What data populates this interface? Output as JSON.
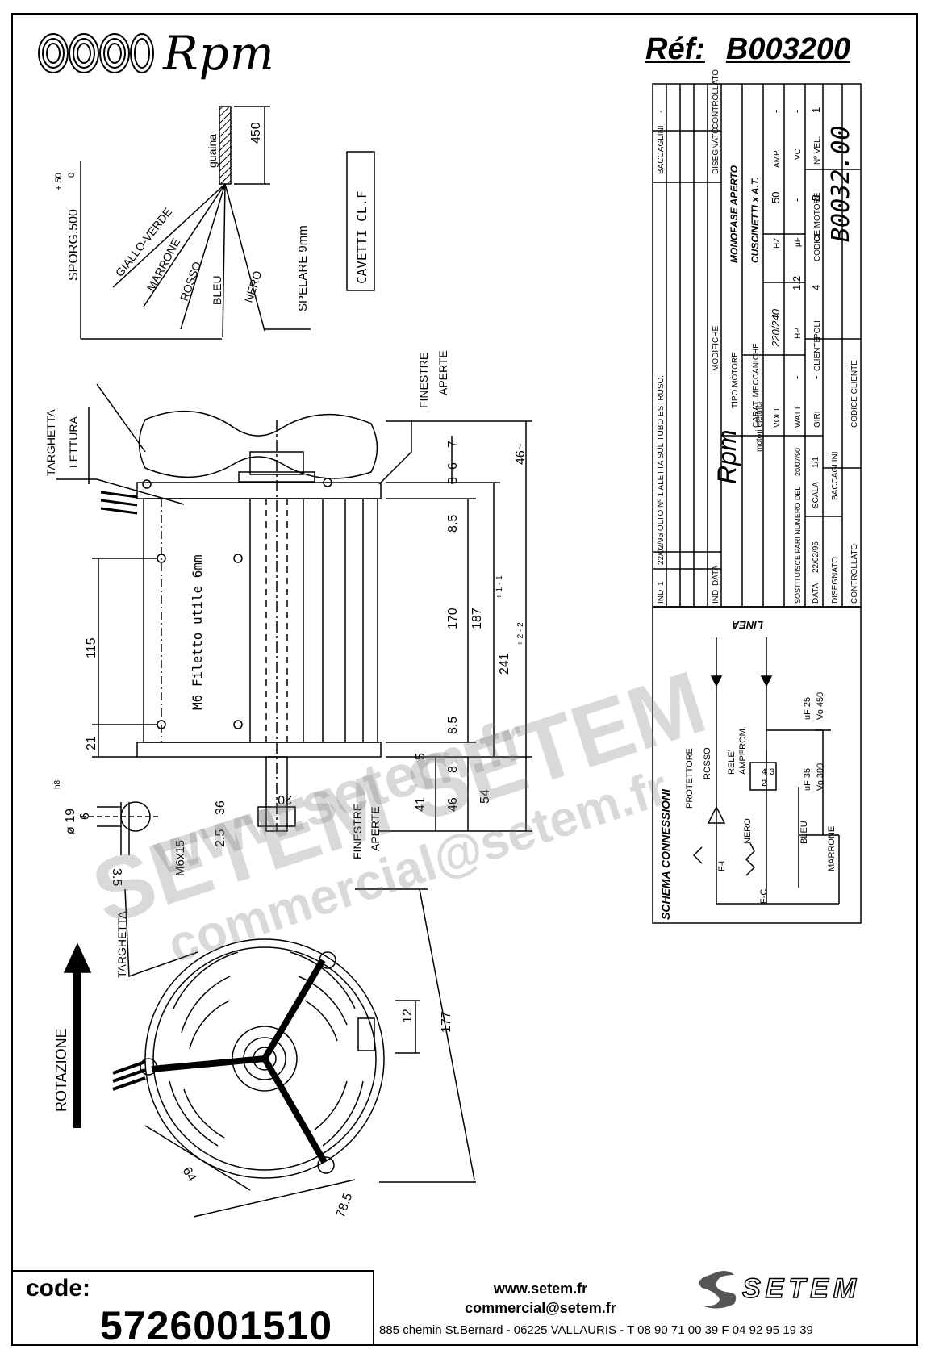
{
  "header": {
    "brand": "Rpm",
    "ref_label": "Réf:",
    "ref_value": "B003200"
  },
  "wiring": {
    "guaina": "guaina",
    "dim_450": "450",
    "sporg": "SPORG.500",
    "sporg_tol_plus": "+ 50",
    "sporg_tol_minus": "0",
    "cavetti": "CAVETTI CL.F",
    "spelare": "SPELARE 9mm",
    "wires": [
      "GIALLO-VERDE",
      "MARRONE",
      "ROSSO",
      "BLEU",
      "NERO"
    ]
  },
  "side_view": {
    "targhetta_lettura": [
      "TARGHETTA",
      "LETTURA"
    ],
    "finestre_aperte_top": [
      "FINESTRE",
      "APERTE"
    ],
    "finestre_aperte_bottom": [
      "FINESTRE",
      "APERTE"
    ],
    "filetto": "M6 Filetto utile 6mm",
    "dims": {
      "d115": "115",
      "d21": "21",
      "d7": "7",
      "d46top": "46~",
      "d8a": "8",
      "d6": "6",
      "d85a": "8.5",
      "d170": "170",
      "d187": "187",
      "d241": "241",
      "d85b": "8.5",
      "d5": "5",
      "d8b": "8",
      "d41": "41",
      "d46": "46",
      "d54": "54",
      "d36": "36",
      "d25": "2.5",
      "d20": "20",
      "shaft_d": "ø 19",
      "shaft_tol": "h8",
      "d6s": "6",
      "d35": "3.5",
      "m6x15": "M6x15"
    },
    "tol_pm1": "+ 1 - 1",
    "tol_pm2": "+ 2 - 2"
  },
  "front_view": {
    "targhetta": "TARGHETTA",
    "rotazione": "ROTAZIONE",
    "d12": "12",
    "d177": "177",
    "d64": "64",
    "d785": "78.5"
  },
  "title_block": {
    "revisions": {
      "headers": [
        "IND",
        "DATA",
        "MODIFICHE",
        "DISEGNATO",
        "CONTROLLATO"
      ],
      "rows": [
        {
          "ind": "1",
          "data": "22/02/95",
          "modifica": "TOLTO Nº 1 ALETTA SUL TUBO ESTRUSO.",
          "disegnato": "BACCAGLINI",
          "controllato": "-"
        },
        {
          "ind": "-",
          "data": "-",
          "modifica": "-",
          "disegnato": "-",
          "controllato": "-"
        },
        {
          "ind": "-",
          "data": "-",
          "modifica": "-",
          "disegnato": "-",
          "controllato": "-"
        }
      ]
    },
    "brand": "Rpm",
    "brand_sub": "motori elettrici",
    "tipo_motore_label": "TIPO MOTORE",
    "tipo_motore": "MONOFASE APERTO",
    "carat_label": "CARAT. MECCANICHE",
    "carat": "CUSCINETTI x A.T.",
    "volt_label": "VOLT",
    "volt": "220/240",
    "hz_label": "HZ",
    "hz": "50",
    "amp_label": "AMP.",
    "amp": "-",
    "watt_label": "WATT",
    "watt": "-",
    "hp_label": "HP",
    "hp": "1.2",
    "uf_label": "µF",
    "uf": "-",
    "vc_label": "VC",
    "vc": "-",
    "giri_label": "GIRI",
    "giri": "-",
    "poli_label": "POLI",
    "poli": "4",
    "cl_label": "CL.",
    "cl": "B",
    "nvel_label": "Nº VEL.",
    "nvel": "1",
    "sostituisce_label": "SOSTITUISCE PARI NUMERO DEL",
    "sostituisce": "20/07/90",
    "data_label": "DATA",
    "data": "22/02/95",
    "scala_label": "SCALA",
    "scala": "1/1",
    "disegnato_label": "DISEGNATO",
    "disegnato": "BACCAGLINI",
    "controllato_label": "CONTROLLATO",
    "cliente_label": "CLIENTE",
    "codice_cliente_label": "CODICE CLIENTE",
    "codice_motore_label": "CODICE MOTORE",
    "codice_motore": "B0032.00"
  },
  "schema": {
    "title": "SCHEMA CONNESSIONI",
    "linea": "LINEA",
    "protettore": "PROTETTORE",
    "rosso": "ROSSO",
    "rele": "RELE'",
    "amperom": "AMPEROM.",
    "pins": [
      "4",
      "3",
      "2"
    ],
    "nero": "NERO",
    "bleu": "BLEU",
    "marrone": "MARRONE",
    "fl": "F-L",
    "fc": "F-C",
    "cap1_uf": "uF 25",
    "cap1_v": "Vo 450",
    "cap2_uf": "uF 35",
    "cap2_v": "Vo 300"
  },
  "footer": {
    "code_label": "code:",
    "code_value": "5726001510",
    "web": "www.setem.fr",
    "email": "commercial@setem.fr",
    "address": "885 chemin St.Bernard  -  06225 VALLAURIS  -  T 08 90 71 00 39   F 04 92 95 19 39",
    "logo_text": "SETEM"
  },
  "watermarks": [
    "www.setem.fr",
    "SETEM SETEM",
    "commercial@setem.fr"
  ]
}
